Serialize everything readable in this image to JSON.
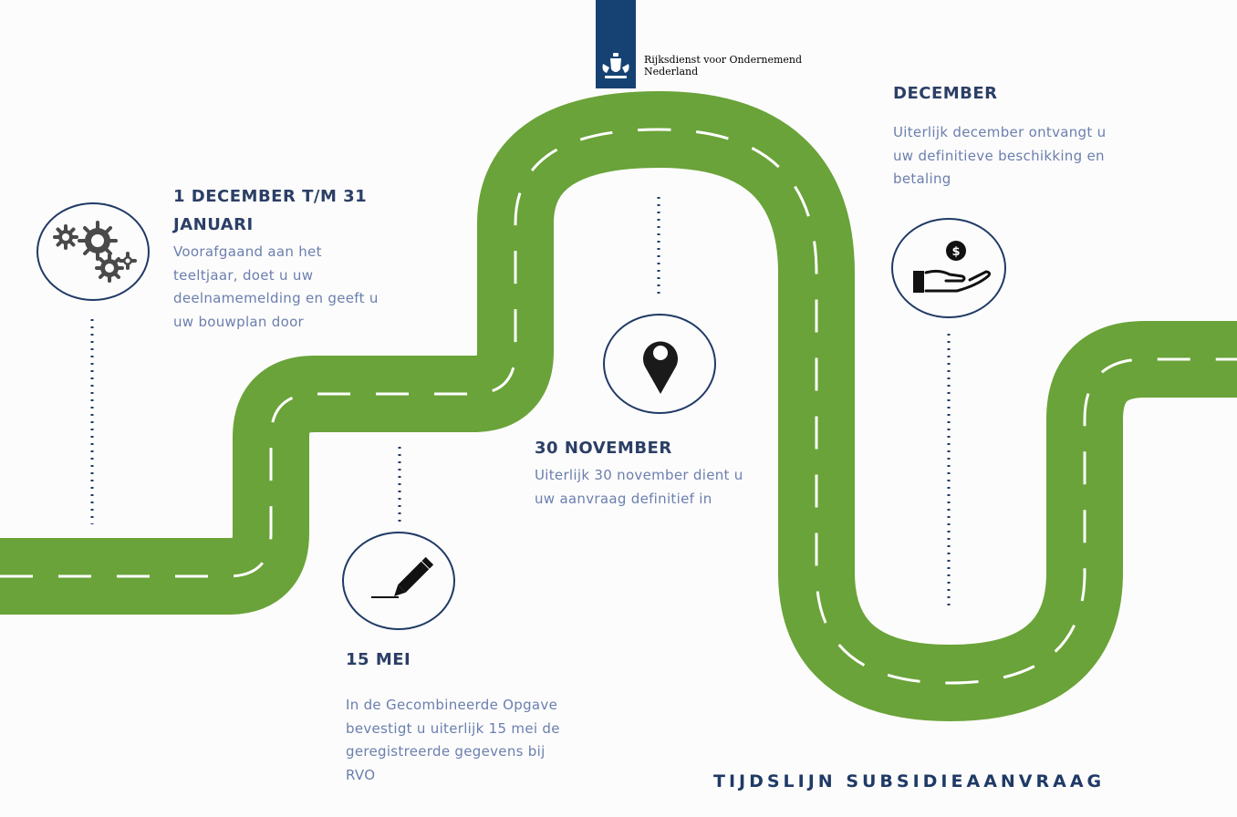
{
  "logo": {
    "line1": "Rijksdienst voor Ondernemend",
    "line2": "Nederland",
    "bar_color": "#154273"
  },
  "colors": {
    "road": "#6aa339",
    "dash": "#ffffff",
    "heading": "#2b3f66",
    "text": "#6a7fae",
    "circle_border": "#1f3a66"
  },
  "steps": [
    {
      "icon": "gears-icon",
      "heading_line1": "1 DECEMBER T/M 31",
      "heading_line2": "JANUARI",
      "lines": [
        "Voorafgaand aan het",
        "teeltjaar, doet u uw",
        "deelnamemelding en geeft u",
        "uw bouwplan door"
      ]
    },
    {
      "icon": "pen-signature-icon",
      "heading_line1": "15 MEI",
      "lines": [
        "In de Gecombineerde Opgave",
        "bevestigt u uiterlijk 15 mei de",
        "geregistreerde gegevens bij",
        "RVO"
      ]
    },
    {
      "icon": "location-pin-icon",
      "heading_line1": "30 NOVEMBER",
      "lines": [
        "Uiterlijk 30 november dient u",
        "uw aanvraag definitief in"
      ]
    },
    {
      "icon": "hand-money-icon",
      "heading_line1": "DECEMBER",
      "lines": [
        "Uiterlijk december ontvangt u",
        "uw definitieve beschikking en",
        "betaling"
      ]
    }
  ],
  "title": "TIJDSLIJN SUBSIDIEAANVRAAG"
}
